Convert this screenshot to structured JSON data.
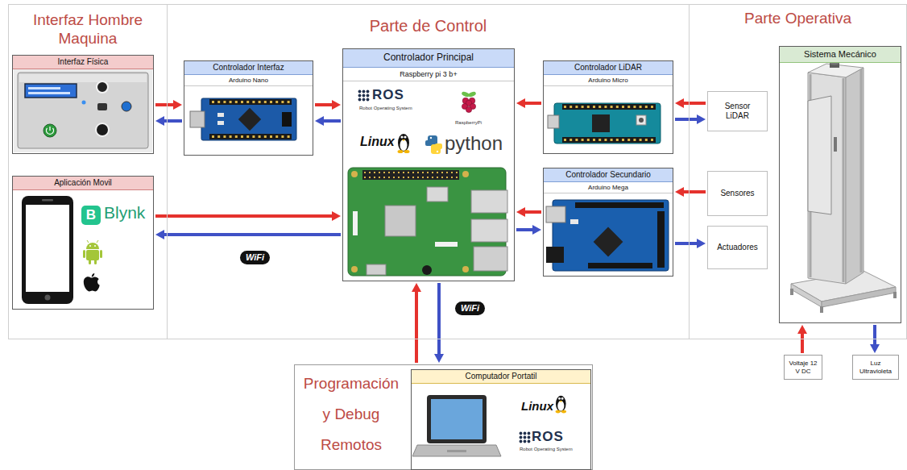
{
  "diagram": {
    "nodes": [
      {
        "text": [
          "Interfaz Hombre Maquina"
        ]
      },
      {
        "text": [
          "Interfaz Física"
        ],
        "in": 0
      },
      {
        "text": [
          "Aplicación Movil",
          "B",
          "Blynk"
        ],
        "in": 0
      },
      {
        "text": [
          "Parte de Control"
        ]
      },
      {
        "text": [
          "Controlador Interfaz",
          "Arduino Nano"
        ],
        "in": 3
      },
      {
        "text": [
          "Controlador Principal",
          "Raspberry pi 3 b+",
          "ROS",
          "Robot Operating System",
          "RaspberryPi",
          "Linux",
          "python"
        ],
        "in": 3
      },
      {
        "text": [
          "Controlador LiDAR",
          "Arduino Micro"
        ],
        "in": 3
      },
      {
        "text": [
          "Controlador Secundario",
          "Arduino Mega"
        ],
        "in": 3
      },
      {
        "text": [
          "Parte Operativa"
        ]
      },
      {
        "text": [
          "Sensor LiDAR"
        ],
        "in": 8
      },
      {
        "text": [
          "Sensores"
        ],
        "in": 8
      },
      {
        "text": [
          "Actuadores"
        ],
        "in": 8
      },
      {
        "text": [
          "Sistema Mecánico"
        ],
        "in": 8
      },
      {
        "text": [
          "Voltaje 12 V DC"
        ]
      },
      {
        "text": [
          "Luz Ultravioleta"
        ]
      },
      {
        "text": [
          "Programación y Debug Remotos"
        ]
      },
      {
        "text": [
          "Computador Portatil",
          "Linux",
          "ROS",
          "Robot Operating System"
        ],
        "in": 15
      }
    ],
    "edges": [
      {
        "from": 1,
        "to": 4,
        "arrow": "to"
      },
      {
        "from": 4,
        "to": 1,
        "arrow": "to"
      },
      {
        "from": 4,
        "to": 5,
        "arrow": "to"
      },
      {
        "from": 5,
        "to": 4,
        "arrow": "to"
      },
      {
        "from": 2,
        "to": 5,
        "arrow": "to"
      },
      {
        "from": 5,
        "to": 2,
        "arrow": "to"
      },
      {
        "from": 6,
        "to": 5,
        "arrow": "to"
      },
      {
        "from": 9,
        "to": 6,
        "arrow": "to"
      },
      {
        "from": 6,
        "to": 9,
        "arrow": "to"
      },
      {
        "from": 7,
        "to": 5,
        "arrow": "to"
      },
      {
        "from": 5,
        "to": 7,
        "arrow": "to"
      },
      {
        "from": 10,
        "to": 7,
        "arrow": "to"
      },
      {
        "from": 7,
        "to": 11,
        "arrow": "to"
      },
      {
        "from": 15,
        "to": 5,
        "arrow": "to"
      },
      {
        "from": 5,
        "to": 15,
        "arrow": "to"
      },
      {
        "from": 13,
        "to": 12,
        "arrow": "to"
      },
      {
        "from": 12,
        "to": 14,
        "arrow": "to"
      }
    ],
    "labels": [
      "WiFi",
      "WiFi"
    ]
  }
}
